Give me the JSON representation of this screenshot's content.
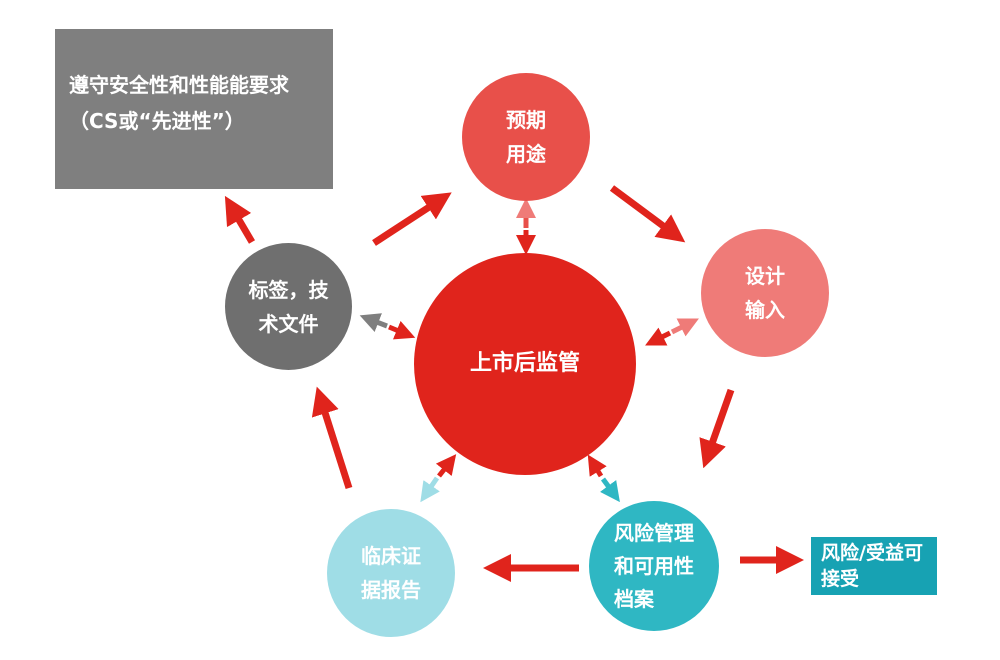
{
  "nodes": {
    "center": "上市后监管",
    "intended_use": "预期\n用途",
    "design_input": "设计\n输入",
    "labeling": "标签，技\n术文件",
    "clinical": "临床证\n据报告",
    "risk": "风险管理\n和可用性\n档案"
  },
  "boxes": {
    "compliance": "遵守安全性和性能能要求（CS或“先进性”）",
    "acceptable": "风险/受益可接受"
  },
  "colors": {
    "center": "#e0241c",
    "intended_use": "#e8504a",
    "design_input": "#ef7b78",
    "labeling": "#6f6f6f",
    "clinical": "#9fdde6",
    "risk": "#2fb7c3",
    "compliance_box": "#7f7f7f",
    "acceptable_box": "#17a2b3",
    "arrow": "#e0241c"
  }
}
